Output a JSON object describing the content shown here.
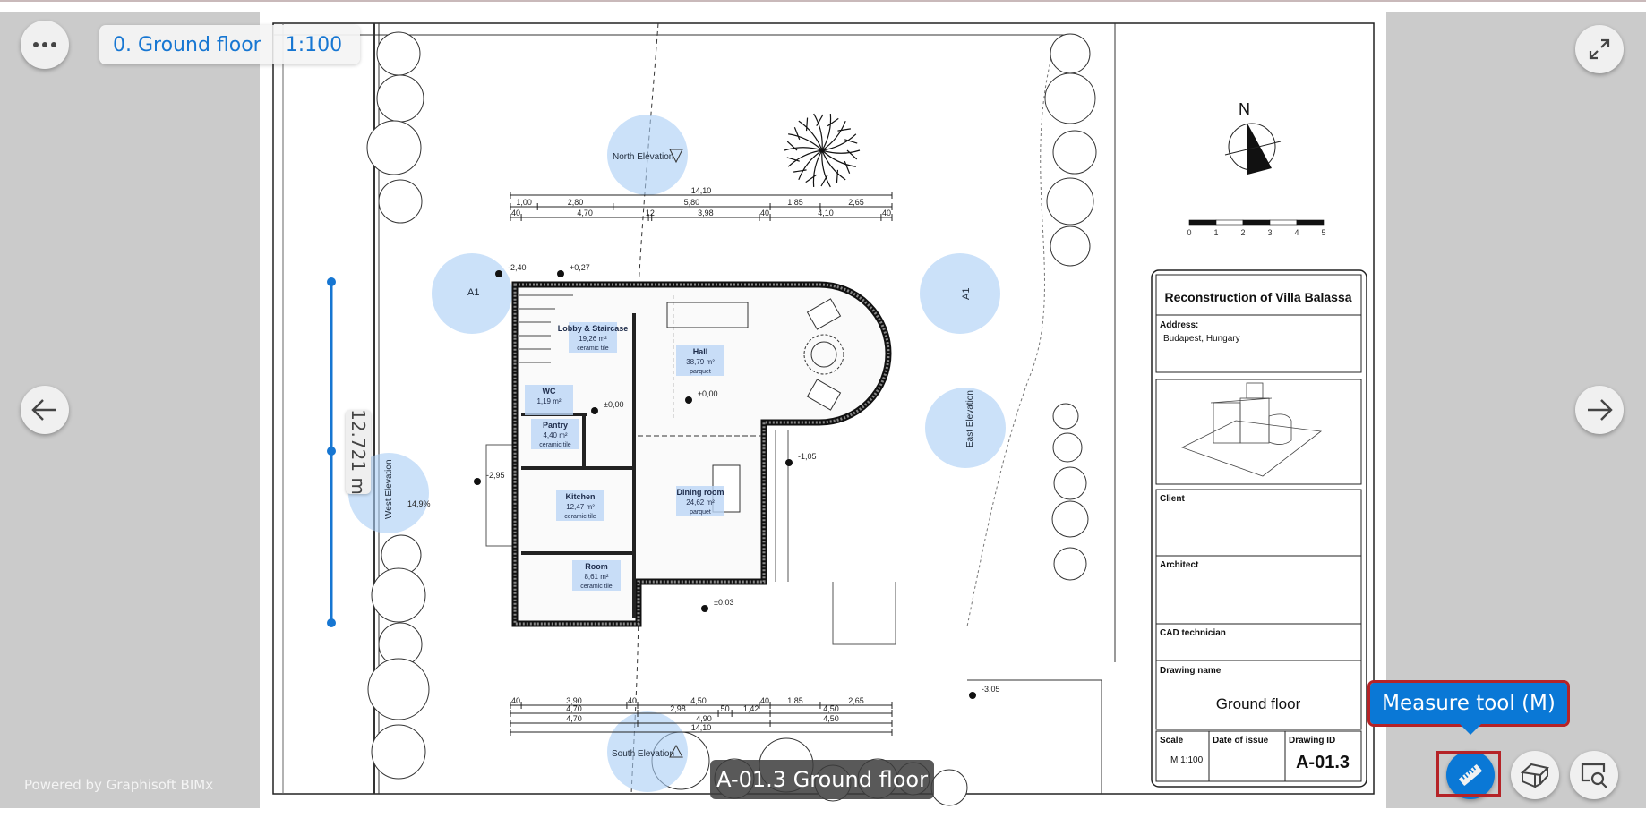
{
  "viewer": {
    "floor_name": "0. Ground floor",
    "floor_scale": "1:100",
    "sheet_label": "A-01.3 Ground floor",
    "powered_by": "Powered by Graphisoft BIMx",
    "measure_value": "12.721 m",
    "tooltip": "Measure tool (M)",
    "icons": [
      "more-icon",
      "expand-icon",
      "arrow-left-icon",
      "arrow-right-icon",
      "ruler-icon",
      "3d-view-icon",
      "zoom-search-icon"
    ],
    "colors": {
      "accent": "#0a78d6",
      "panel": "#cbcbcb",
      "highlight": "#b52327"
    }
  },
  "drawing": {
    "title_block": {
      "project": "Reconstruction of Villa Balassa",
      "address_label": "Address:",
      "address": "Budapest, Hungary",
      "client_label": "Client",
      "architect_label": "Architect",
      "cad_label": "CAD technician",
      "drawing_name_label": "Drawing name",
      "drawing_name": "Ground floor",
      "scale_label": "Scale",
      "scale": "M 1:100",
      "date_label": "Date of issue",
      "id_label": "Drawing ID",
      "drawing_id": "A-01.3"
    },
    "north_label": "N",
    "scale_bar": [
      "0",
      "1",
      "2",
      "3",
      "4",
      "5"
    ],
    "rooms": [
      {
        "name": "Lobby & Staircase",
        "area": "19,26 m²",
        "floor": "ceramic tile"
      },
      {
        "name": "Hall",
        "area": "38,79 m²",
        "floor": "parquet"
      },
      {
        "name": "WC",
        "area": "1,19 m²",
        "floor": ""
      },
      {
        "name": "Pantry",
        "area": "4,40 m²",
        "floor": "ceramic tile"
      },
      {
        "name": "Kitchen",
        "area": "12,47 m²",
        "floor": "ceramic tile"
      },
      {
        "name": "Dining room",
        "area": "24,62 m²",
        "floor": "parquet"
      },
      {
        "name": "Room",
        "area": "8,61 m²",
        "floor": "ceramic tile"
      }
    ],
    "elevations": {
      "north": "North Elevation",
      "south": "South Elevation",
      "east": "East Elevation",
      "west": "West Elevation",
      "section": "A1"
    },
    "levels": [
      "±0,00",
      "±0,00",
      "-1,05",
      "-2,40",
      "+0,27",
      "-2,95",
      "-3,05",
      "±0,03"
    ],
    "dimensions_top": [
      [
        "14,10"
      ],
      [
        "1,00",
        "2,80",
        "5,80",
        "1,85",
        "2,65"
      ],
      [
        "40",
        "4,70",
        "12",
        "3,98",
        "40",
        "4,10",
        "40"
      ]
    ],
    "dimensions_bottom": [
      [
        "40",
        "3,90",
        "40",
        "4,50",
        "40",
        "1,85",
        "2,65"
      ],
      [
        "4,70",
        "2,98",
        "50",
        "1,42",
        "4,50"
      ],
      [
        "4,70",
        "4,90",
        "4,50"
      ],
      [
        "14,10"
      ]
    ],
    "slope": "14,9%"
  }
}
